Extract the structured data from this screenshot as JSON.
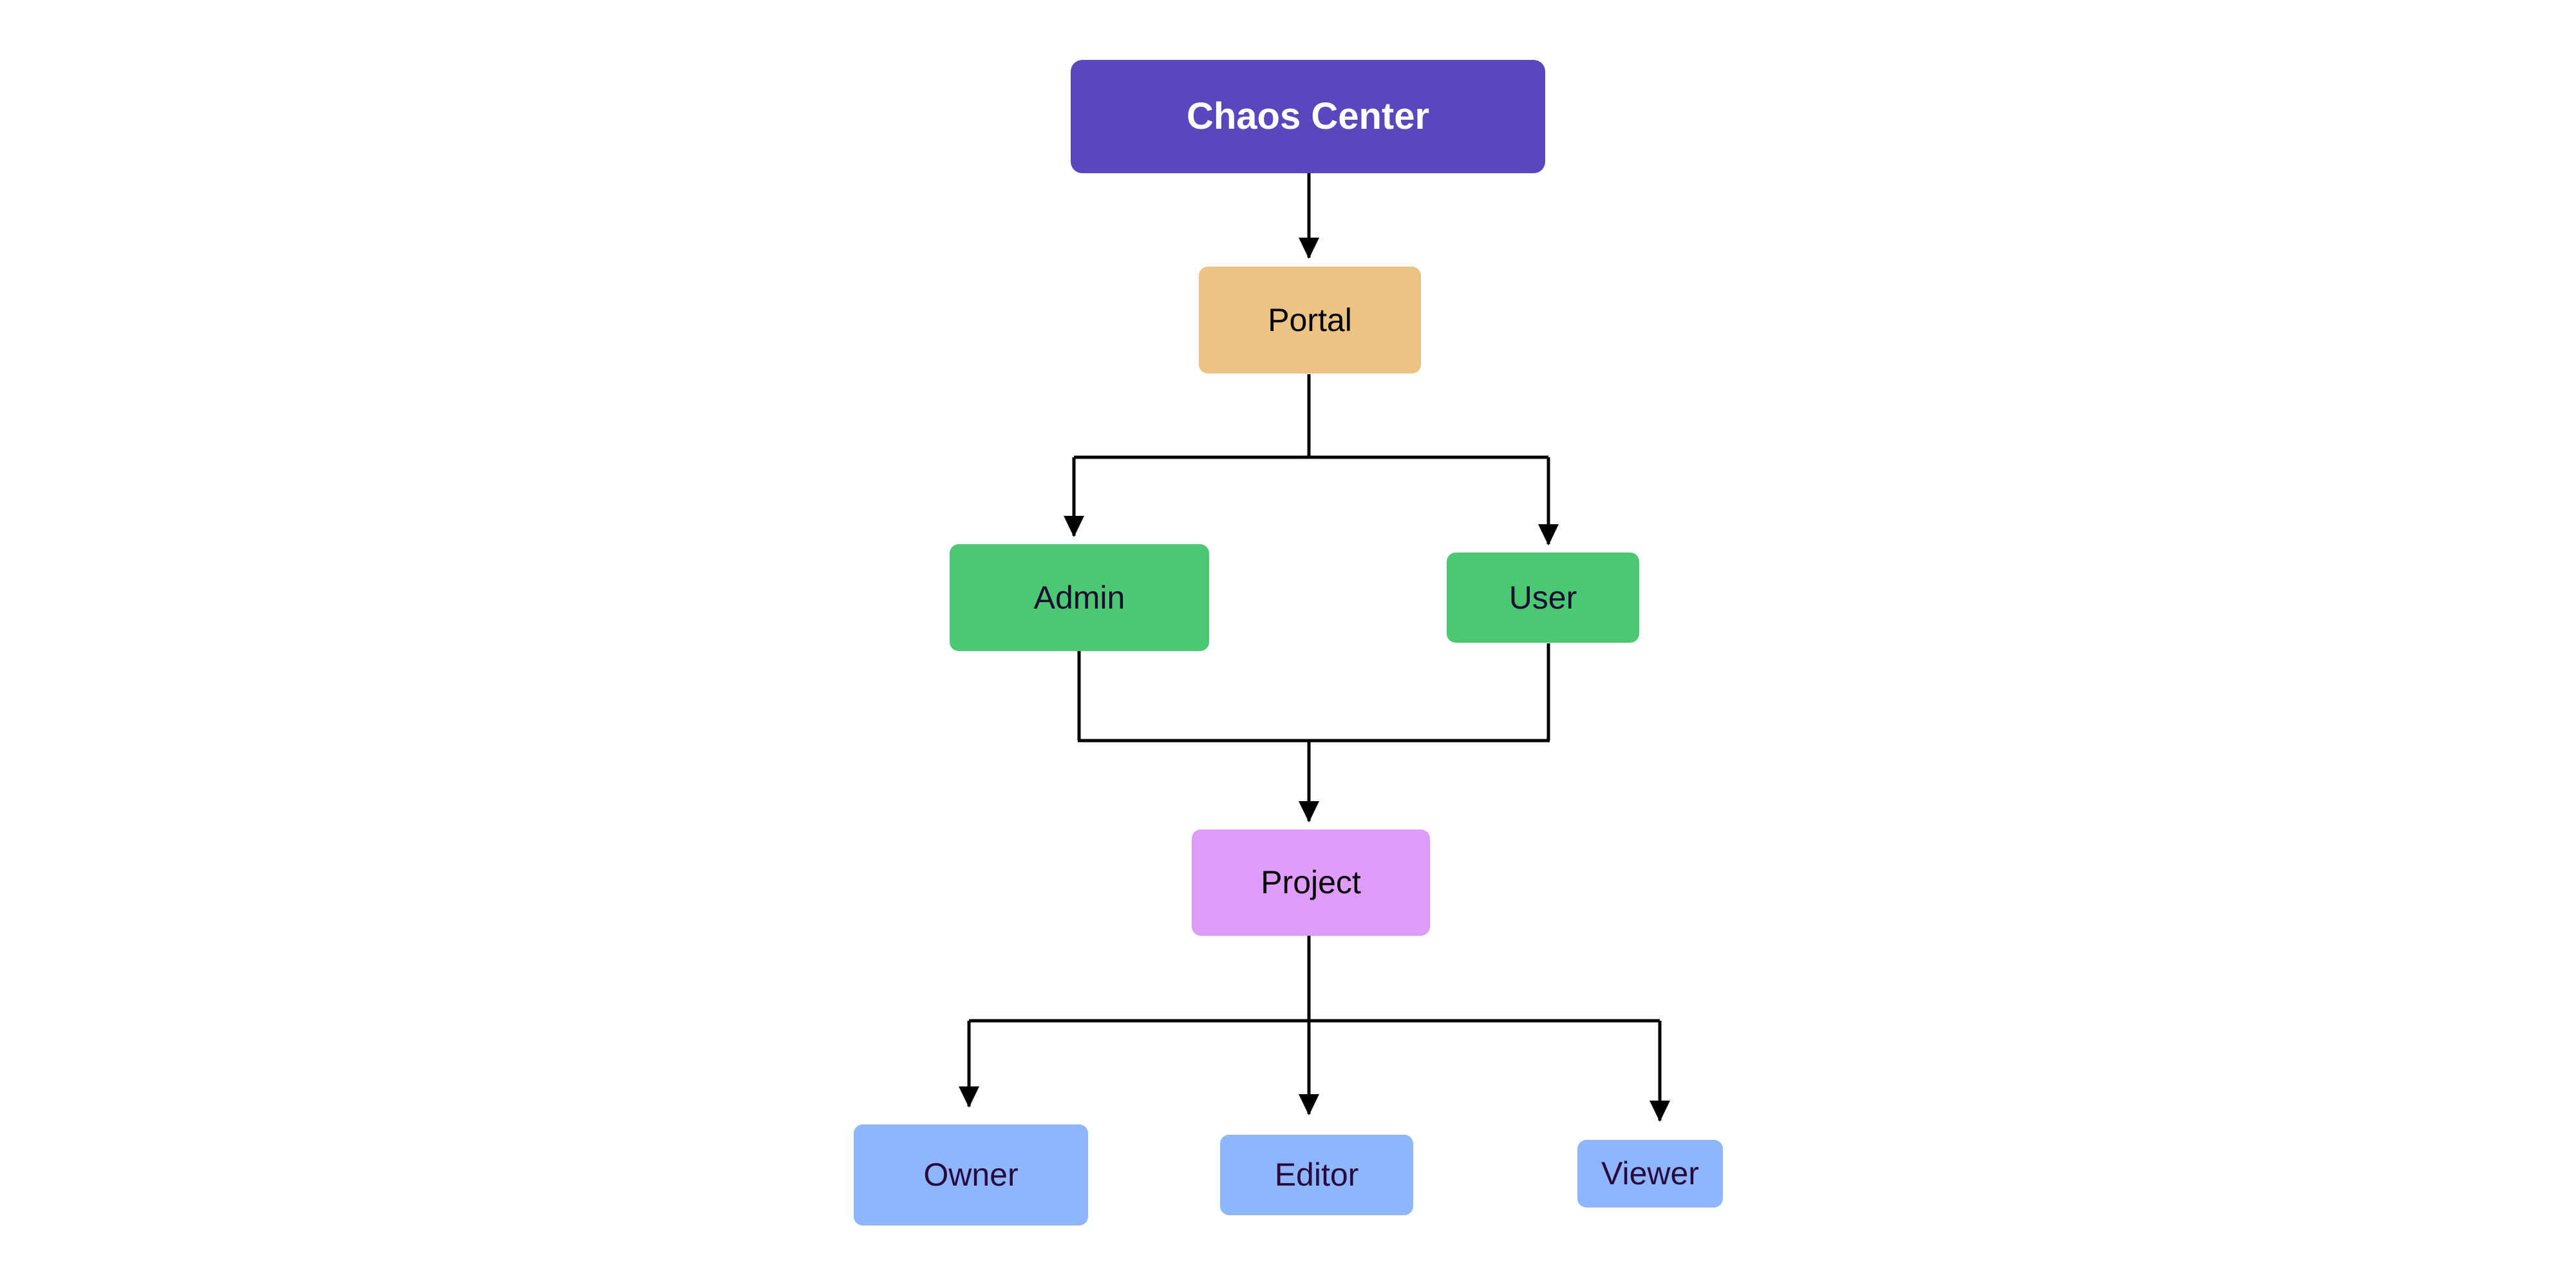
{
  "diagram": {
    "background_color": "#ffffff",
    "edge_color": "#000000",
    "title": "",
    "nodes": [
      {
        "id": "chaos-center",
        "label": "Chaos Center",
        "fill": "#5B46BE",
        "text_color": "#ffffff",
        "level": 0
      },
      {
        "id": "portal",
        "label": "Portal",
        "fill": "#EBC383",
        "text_color": "#000000",
        "level": 1
      },
      {
        "id": "admin",
        "label": "Admin",
        "fill": "#4DC872",
        "text_color": "#1B0A31",
        "level": 2
      },
      {
        "id": "user",
        "label": "User",
        "fill": "#4DC872",
        "text_color": "#1B0A31",
        "level": 2
      },
      {
        "id": "project",
        "label": "Project",
        "fill": "#DF9BF8",
        "text_color": "#000000",
        "level": 3
      },
      {
        "id": "owner",
        "label": "Owner",
        "fill": "#8DB6FC",
        "text_color": "#280A3C",
        "level": 4
      },
      {
        "id": "editor",
        "label": "Editor",
        "fill": "#8DB6FC",
        "text_color": "#280A3C",
        "level": 4
      },
      {
        "id": "viewer",
        "label": "Viewer",
        "fill": "#8DB6FC",
        "text_color": "#280A3C",
        "level": 4
      }
    ],
    "edges": [
      {
        "from": "chaos-center",
        "to": "portal",
        "arrow": true
      },
      {
        "from": "portal",
        "to": "admin",
        "arrow": true
      },
      {
        "from": "portal",
        "to": "user",
        "arrow": true
      },
      {
        "from": "admin",
        "to": "project",
        "arrow": true
      },
      {
        "from": "user",
        "to": "project",
        "arrow": true
      },
      {
        "from": "project",
        "to": "owner",
        "arrow": true
      },
      {
        "from": "project",
        "to": "editor",
        "arrow": true
      },
      {
        "from": "project",
        "to": "viewer",
        "arrow": true
      }
    ]
  }
}
